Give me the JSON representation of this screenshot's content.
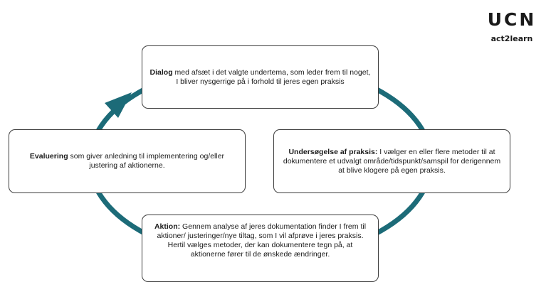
{
  "logo": {
    "mark": "UCN",
    "sub": "act2learn"
  },
  "colors": {
    "cycle": "#1c6b78",
    "box_border": "#3c3c3c"
  },
  "nodes": {
    "dialog": {
      "title": "Dialog",
      "text": " med afsæt i det valgte undertema, som leder frem til noget, I bliver nysgerrige på i forhold til jeres egen praksis"
    },
    "undersoegelse": {
      "title": "Undersøgelse af praksis:",
      "text": " I vælger en eller flere metoder til at dokumentere et udvalgt område/tidspunkt/samspil for derigennem at blive klogere på egen praksis."
    },
    "evaluering": {
      "title": "Evaluering",
      "text": " som giver anledning til imple­mentering og/eller justering af aktionerne."
    },
    "aktion": {
      "title": "Aktion:",
      "text": " Gennem analyse af jeres dokumentation finder I frem til aktioner/ justeringer/nye tiltag, som I vil afprøve i jeres praksis. Hertil vælges metoder, der kan dokumentere tegn på, at aktionerne fører til de ønskede ændringer."
    }
  }
}
